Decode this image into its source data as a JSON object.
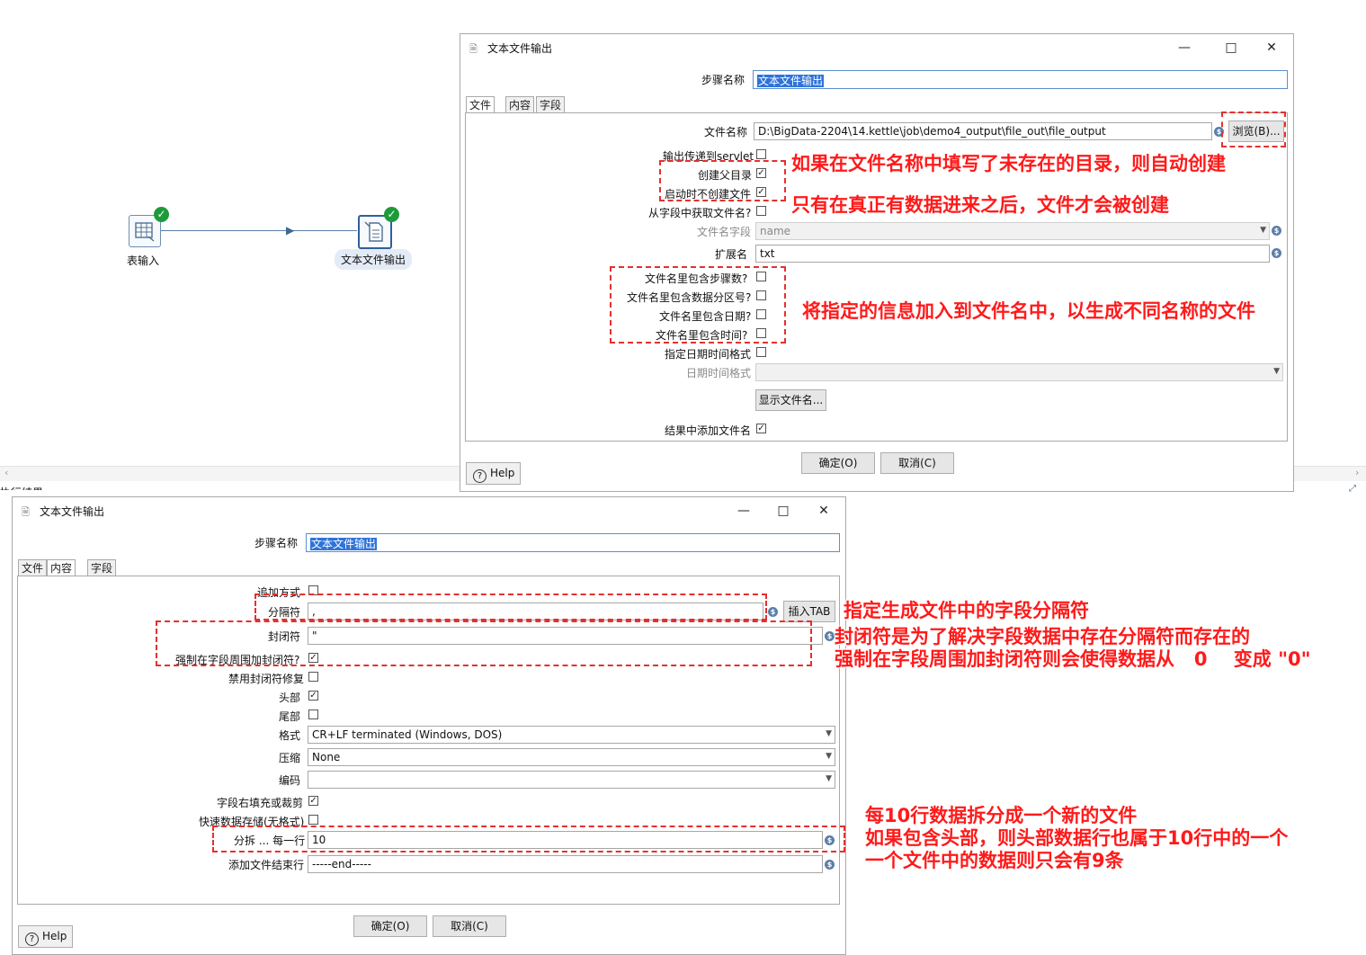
{
  "canvas": {
    "node_table_input": "表输入",
    "node_text_output": "文本文件输出",
    "bottom_label": "执行结果"
  },
  "dialog1": {
    "title": "文本文件输出",
    "step_name_label": "步骤名称",
    "step_name_value": "文本文件输出",
    "tabs": [
      "文件",
      "内容",
      "字段"
    ],
    "filename_label": "文件名称",
    "filename_value": "D:\\BigData-2204\\14.kettle\\job\\demo4_output\\file_out\\file_output",
    "browse_button": "浏览(B)...",
    "servlet_label": "输出传递到servlet",
    "create_parent_label": "创建父目录",
    "no_create_at_start_label": "启动时不创建文件",
    "filename_from_field_label": "从字段中获取文件名?",
    "filename_field_label": "文件名字段",
    "filename_field_value": "name",
    "extension_label": "扩展名",
    "extension_value": "txt",
    "include_stepnr_label": "文件名里包含步骤数?",
    "include_partnr_label": "文件名里包含数据分区号?",
    "include_date_label": "文件名里包含日期?",
    "include_time_label": "文件名里包含时间?",
    "specify_datetime_label": "指定日期时间格式",
    "datetime_format_label": "日期时间格式",
    "show_filename_button": "显示文件名...",
    "add_to_result_label": "结果中添加文件名",
    "ok_button": "确定(O)",
    "cancel_button": "取消(C)",
    "help_button": "Help"
  },
  "dialog2": {
    "title": "文本文件输出",
    "step_name_label": "步骤名称",
    "step_name_value": "文本文件输出",
    "tabs": [
      "文件",
      "内容",
      "字段"
    ],
    "append_label": "追加方式",
    "separator_label": "分隔符",
    "separator_value": ",",
    "insert_tab_button": "插入TAB",
    "enclosure_label": "封闭符",
    "enclosure_value": "\"",
    "force_enclosure_label": "强制在字段周围加封闭符?",
    "disable_enclosure_fix_label": "禁用封闭符修复",
    "header_label": "头部",
    "footer_label": "尾部",
    "format_label": "格式",
    "format_value": "CR+LF terminated (Windows, DOS)",
    "compression_label": "压缩",
    "compression_value": "None",
    "encoding_label": "编码",
    "encoding_value": "",
    "pad_fields_label": "字段右填充或裁剪",
    "fast_dump_label": "快速数据存储(无格式)",
    "split_every_label": "分拆 ... 每一行",
    "split_every_value": "10",
    "end_line_label": "添加文件结束行",
    "end_line_value": "-----end-----",
    "ok_button": "确定(O)",
    "cancel_button": "取消(C)",
    "help_button": "Help"
  },
  "annotations": {
    "a1": "如果在文件名称中填写了未存在的目录，则自动创建",
    "a2": "只有在真正有数据进来之后，文件才会被创建",
    "a3": "将指定的信息加入到文件名中，以生成不同名称的文件",
    "a4": "指定生成文件中的字段分隔符",
    "a5": "封闭符是为了解决字段数据中存在分隔符而存在的",
    "a6": "强制在字段周围加封闭符则会使得数据从   0    变成 \"0\"",
    "a7": "每10行数据拆分成一个新的文件",
    "a8": "如果包含头部，则头部数据行也属于10行中的一个",
    "a9": "一个文件中的数据则只会有9条"
  },
  "colors": {
    "annotation": "#ff1a1a",
    "selection": "#2f73d9",
    "success": "#1d9b3a"
  }
}
